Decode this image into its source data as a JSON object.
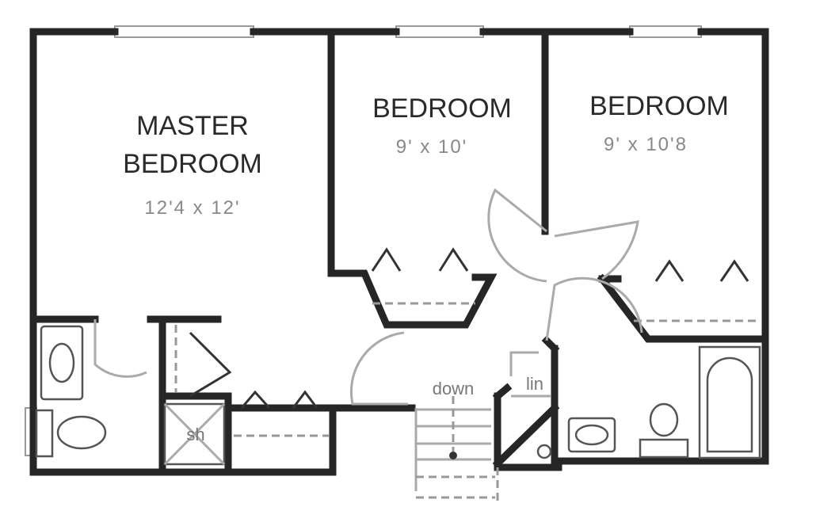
{
  "rooms": {
    "master": {
      "name_line1": "MASTER",
      "name_line2": "BEDROOM",
      "size": "12'4 x 12'"
    },
    "bedroom1": {
      "name": "BEDROOM",
      "size": "9' x 10'"
    },
    "bedroom2": {
      "name": "BEDROOM",
      "size": "9' x 10'8"
    }
  },
  "labels": {
    "stairs": "down",
    "linen": "lin",
    "shower": "sh"
  }
}
